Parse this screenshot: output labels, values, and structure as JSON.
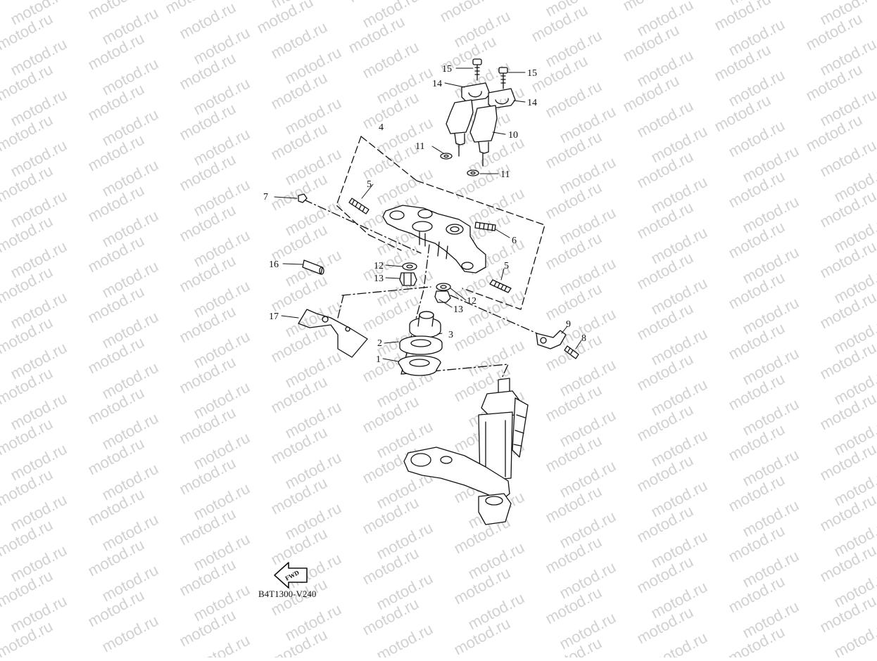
{
  "diagram": {
    "code": "B4T1300-V240",
    "fwd_label": "FWD",
    "watermark": "motod.ru",
    "callouts": [
      "1",
      "2",
      "3",
      "4",
      "5",
      "5",
      "6",
      "7",
      "8",
      "9",
      "10",
      "11",
      "11",
      "12",
      "12",
      "13",
      "13",
      "14",
      "14",
      "15",
      "15",
      "16",
      "17"
    ]
  },
  "colors": {
    "ink": "#111111",
    "watermark": "#c9c9c9",
    "background": "#ffffff"
  }
}
